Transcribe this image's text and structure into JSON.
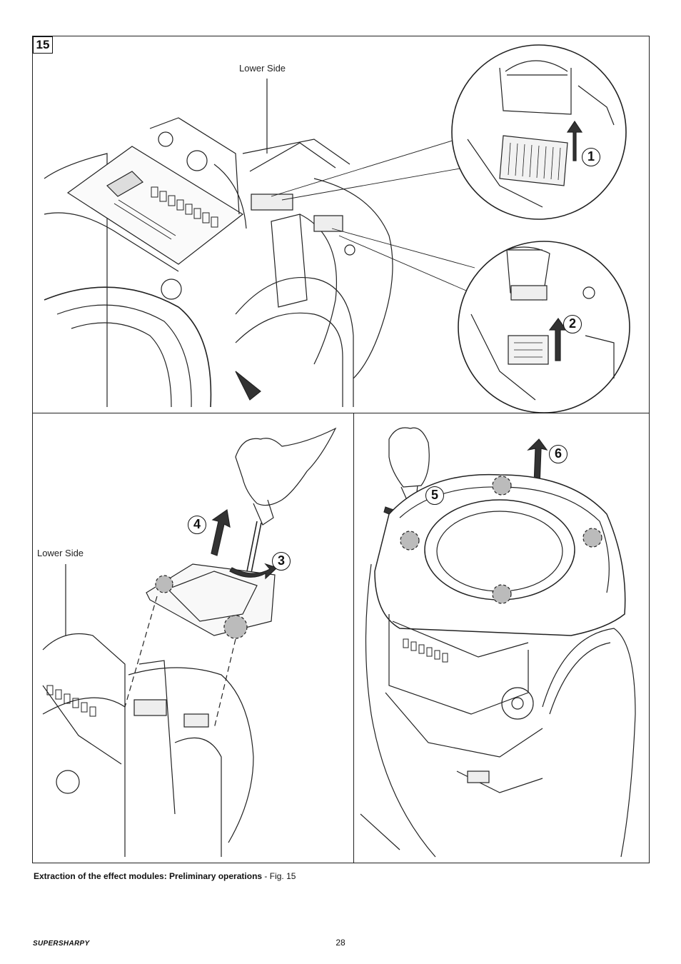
{
  "figure": {
    "number": "15",
    "top_panel": {
      "label": "Lower Side",
      "callouts": [
        "1",
        "2"
      ]
    },
    "bottom_left_panel": {
      "label": "Lower Side",
      "callouts": [
        "4",
        "3"
      ]
    },
    "bottom_right_panel": {
      "callouts": [
        "5",
        "6"
      ]
    }
  },
  "caption": {
    "bold": "Extraction of the effect modules: Preliminary operations",
    "rest": " - Fig. 15"
  },
  "footer": {
    "brand": "SUPERSHARPY",
    "page": "28"
  }
}
